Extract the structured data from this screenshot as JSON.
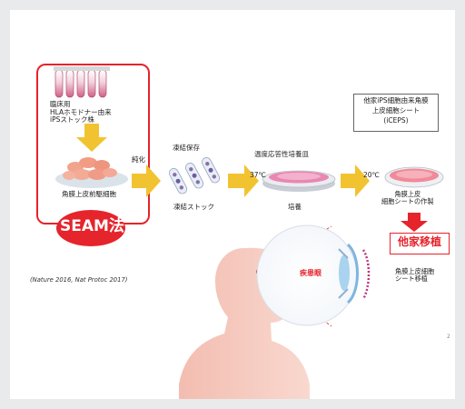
{
  "left_panel": {
    "stock_label_line1": "臨床用",
    "stock_label_line2": "HLAホモドナー由来",
    "stock_label_line3": "iPSストック株",
    "precursor_label": "角膜上皮前駆細胞",
    "method_badge": "SEAM法"
  },
  "citation": "(Nature 2016, Nat Protoc 2017)",
  "steps": {
    "purify": "純化",
    "freeze_title": "凍結保存",
    "freeze_caption": "凍結ストック",
    "dish_title": "温度応答性培養皿",
    "culture_caption": "培養",
    "temp_37": "37℃",
    "temp_20": "20℃",
    "sheet_caption_line1": "角膜上皮",
    "sheet_caption_line2": "細胞シートの作製"
  },
  "product_box": {
    "line1": "他家iPS細胞由来角膜",
    "line2": "上皮細胞シート",
    "line3": "(iCEPS)"
  },
  "allo_badge": "他家移植",
  "transplant_label_line1": "角膜上皮細胞",
  "transplant_label_line2": "シート移植",
  "diseased_eye_label": "疾患眼",
  "page_number": "2",
  "colors": {
    "red_accent": "#e5242b",
    "arrow_yellow": "#f2c331",
    "skin": "#f6c7bd",
    "cornea_blue": "#a9d3ee"
  }
}
